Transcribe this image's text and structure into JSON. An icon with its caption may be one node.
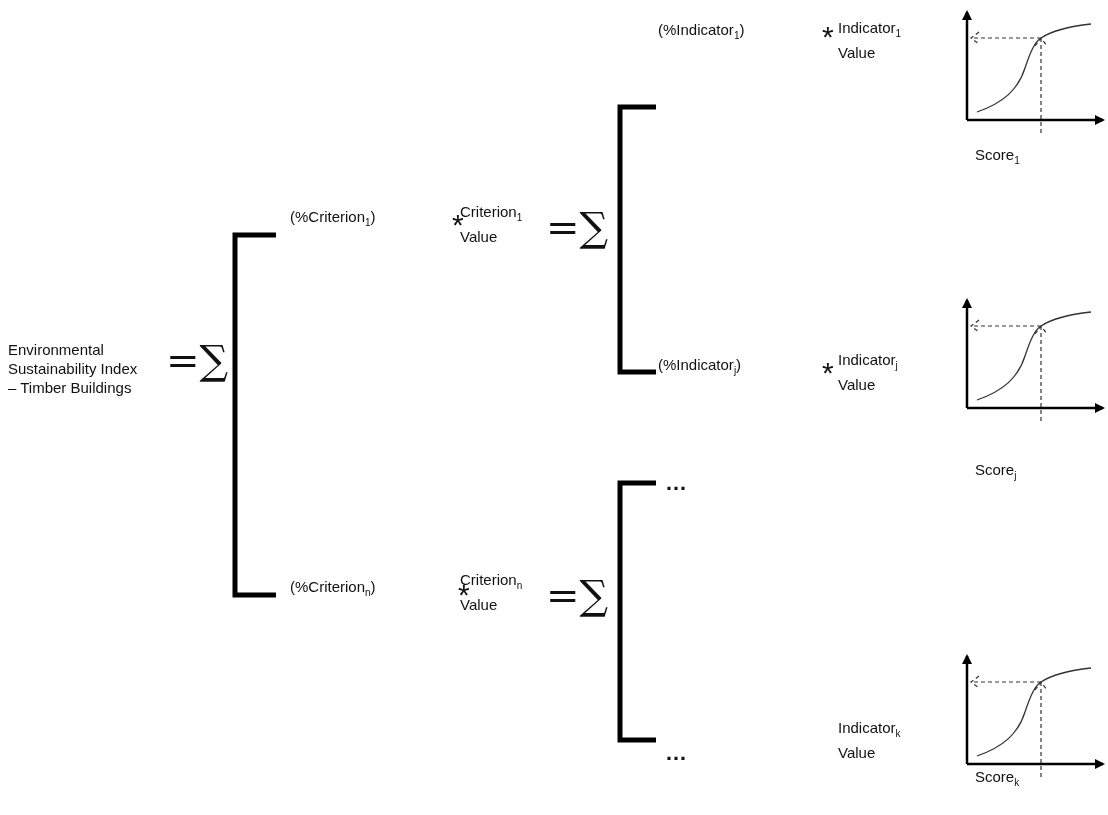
{
  "diagram": {
    "labels": [
      "(%Indicator$_{1}$)",
      "*",
      "Indicator$_{1}$ Value",
      "Score$_{1}$",
      "(%Criterion$_{1}$)",
      "*",
      "Criterion$_{1}$ Value",
      "=∑",
      "Environmental Sustainability Index – Timber Buildings",
      "=∑",
      "(%Indicator$_{j}$)",
      "*",
      "Indicator$_{j}$ Value",
      "Score$_{j}$",
      "…",
      "(%Criterion$_{n}$)",
      "*",
      "Criterion$_{n}$ Value",
      "=∑",
      "…",
      "Indicator$_{k}$ Value",
      "Score$_{k}$"
    ]
  }
}
